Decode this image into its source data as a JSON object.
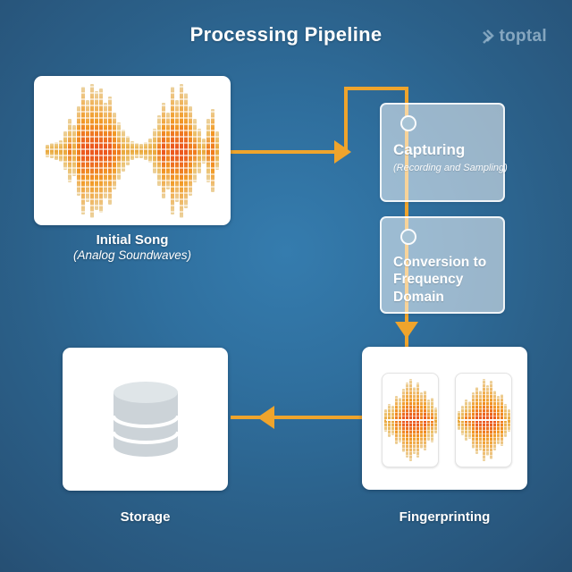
{
  "header": {
    "title": "Processing Pipeline",
    "brand": "toptal"
  },
  "colors": {
    "accent_orange": "#efa42c",
    "background_center": "#357cae",
    "background_edge": "#264f73",
    "step_card": "#a7c3d5",
    "wave_center_hot": "#ec5a20",
    "wave_mid": "#f29b27",
    "wave_outer": "#ecd3a0",
    "db_body": "#ccd3d8",
    "db_top": "#dfe5e8"
  },
  "nodes": {
    "initial": {
      "title": "Initial Song",
      "subtitle": "(Analog Soundwaves)"
    },
    "capturing": {
      "title": "Capturing",
      "subtitle": "(Recording and Sampling)"
    },
    "conversion": {
      "title": "Conversion to Frequency Domain"
    },
    "fingerprinting": {
      "label": "Fingerprinting"
    },
    "storage": {
      "label": "Storage"
    }
  },
  "waveforms": {
    "initial": [
      0.05,
      0.07,
      0.09,
      0.12,
      0.25,
      0.45,
      0.35,
      0.65,
      0.95,
      0.75,
      1.0,
      0.88,
      0.92,
      0.7,
      0.8,
      0.55,
      0.4,
      0.28,
      0.18,
      0.1,
      0.07,
      0.06,
      0.09,
      0.14,
      0.3,
      0.5,
      0.7,
      0.55,
      0.95,
      0.75,
      1.0,
      0.85,
      0.65,
      0.45,
      0.3,
      0.15,
      0.45,
      0.6,
      0.25
    ],
    "fingerprint_a": [
      0.2,
      0.35,
      0.3,
      0.55,
      0.5,
      0.75,
      0.9,
      1.0,
      0.8,
      0.9,
      0.65,
      0.7,
      0.45,
      0.5,
      0.25
    ],
    "fingerprint_b": [
      0.15,
      0.3,
      0.45,
      0.4,
      0.65,
      0.8,
      0.7,
      1.0,
      0.85,
      0.95,
      0.7,
      0.55,
      0.6,
      0.35,
      0.2
    ]
  }
}
